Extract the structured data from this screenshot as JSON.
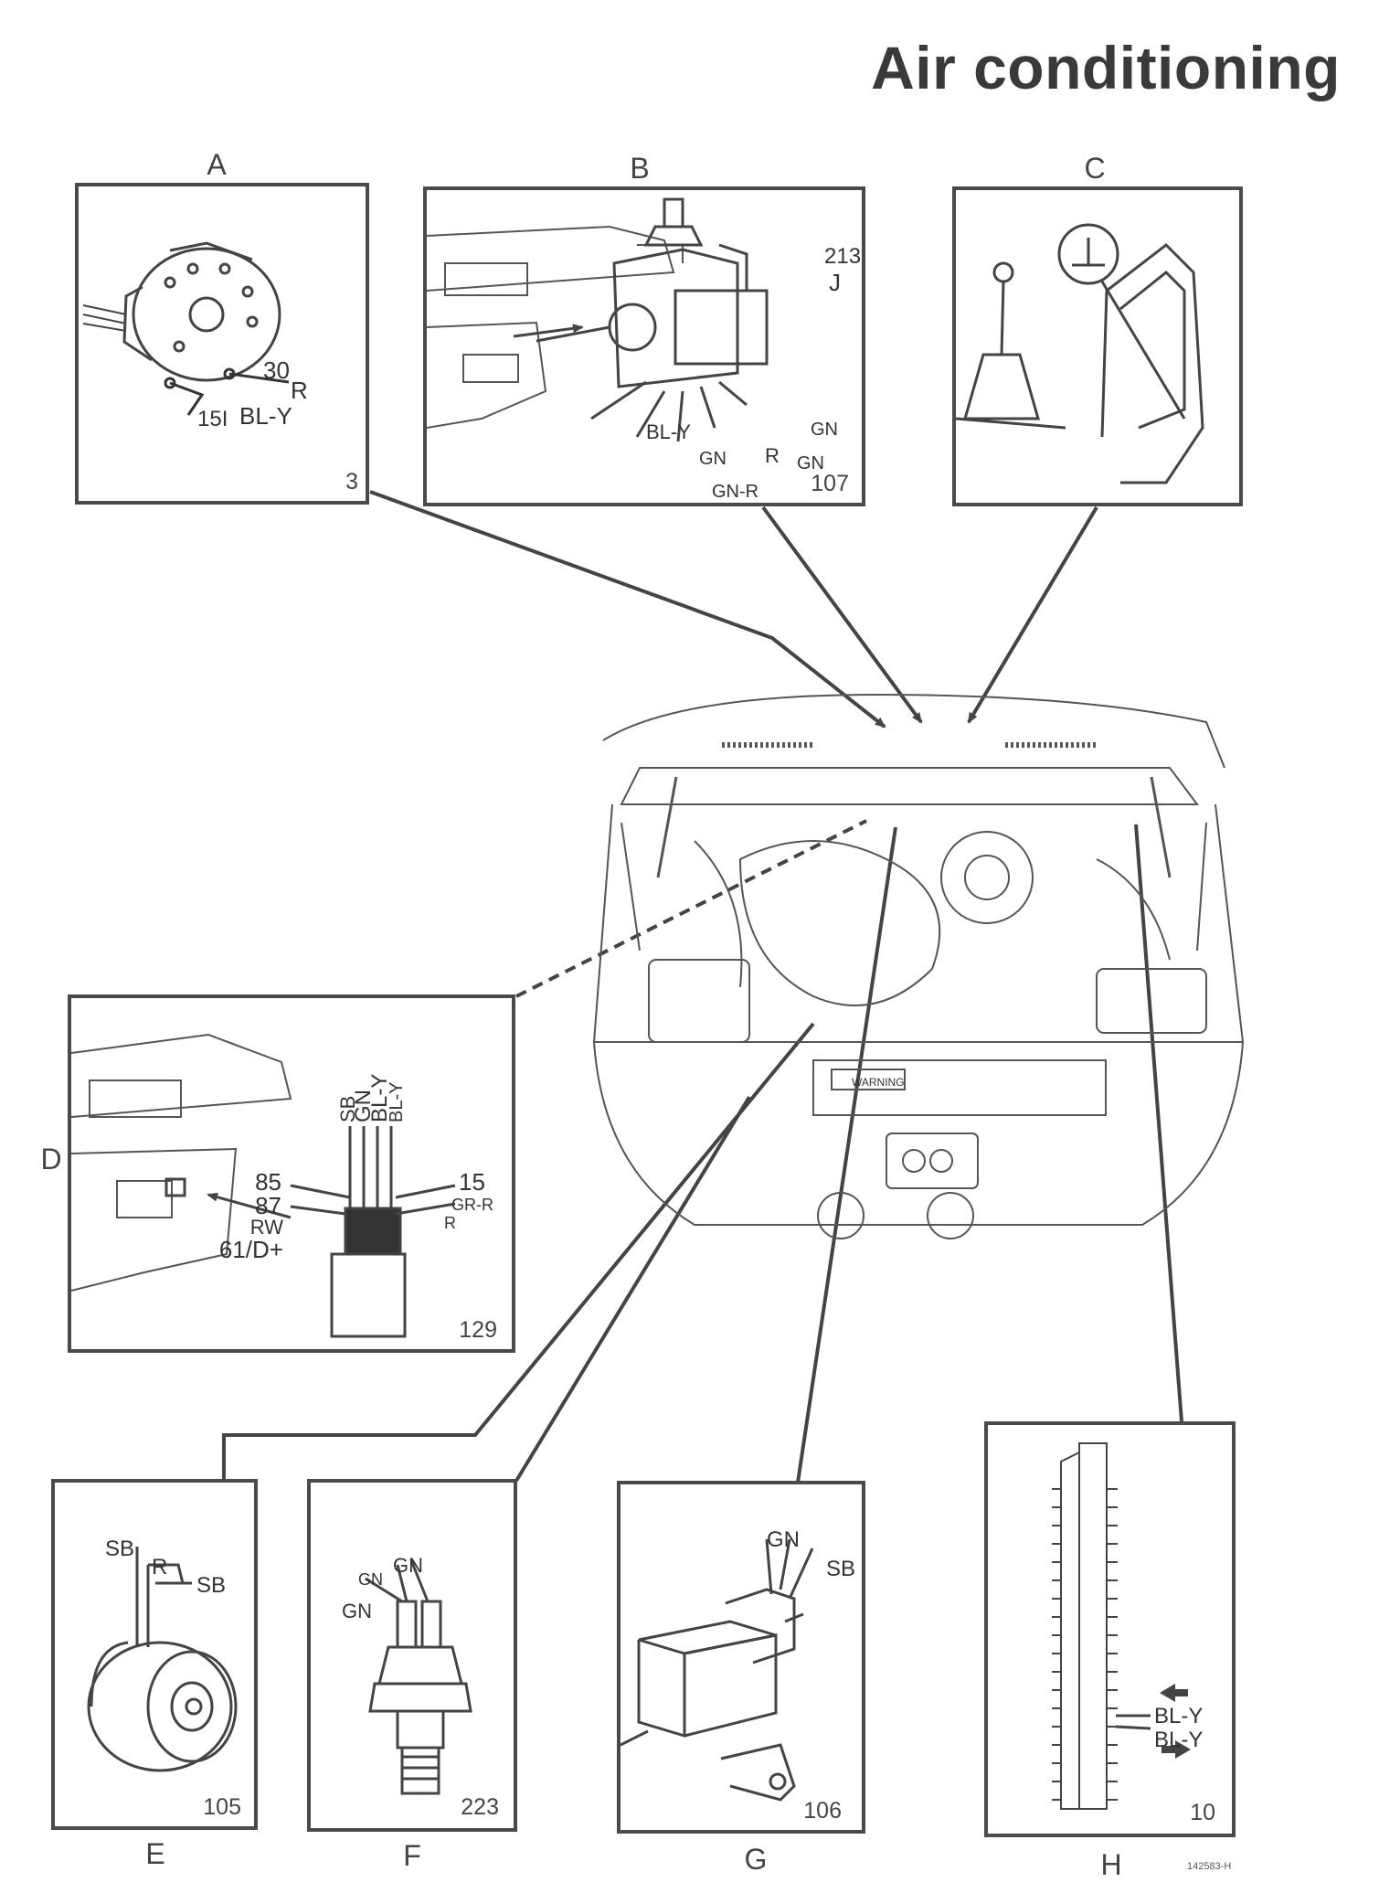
{
  "title": "Air conditioning",
  "panels": {
    "A": {
      "letter": "A",
      "number": "3",
      "wires": [
        "30",
        "R",
        "15I",
        "BL-Y"
      ]
    },
    "B": {
      "letter": "B",
      "number": "107",
      "ref": "213",
      "ref2": "J",
      "wires": [
        "BL-Y",
        "GN",
        "R",
        "GN",
        "GN",
        "GN-R"
      ]
    },
    "C": {
      "letter": "C"
    },
    "D": {
      "letter": "D",
      "number": "129",
      "wires_top": [
        "SB",
        "GN",
        "BL-Y",
        "BL-Y"
      ],
      "pins_left": [
        "85",
        "87",
        "RW",
        "61/D+"
      ],
      "pins_right": [
        "15",
        "GR-R",
        "R"
      ]
    },
    "E": {
      "letter": "E",
      "number": "105",
      "wires": [
        "SB",
        "R",
        "SB"
      ]
    },
    "F": {
      "letter": "F",
      "number": "223",
      "wires": [
        "GN",
        "GN",
        "GN"
      ]
    },
    "G": {
      "letter": "G",
      "number": "106",
      "wires": [
        "GN",
        "SB"
      ]
    },
    "H": {
      "letter": "H",
      "number": "10",
      "wires": [
        "BL-Y",
        "BL-Y"
      ]
    }
  },
  "engine_label": "WARNING",
  "figure_code": "142583-H"
}
